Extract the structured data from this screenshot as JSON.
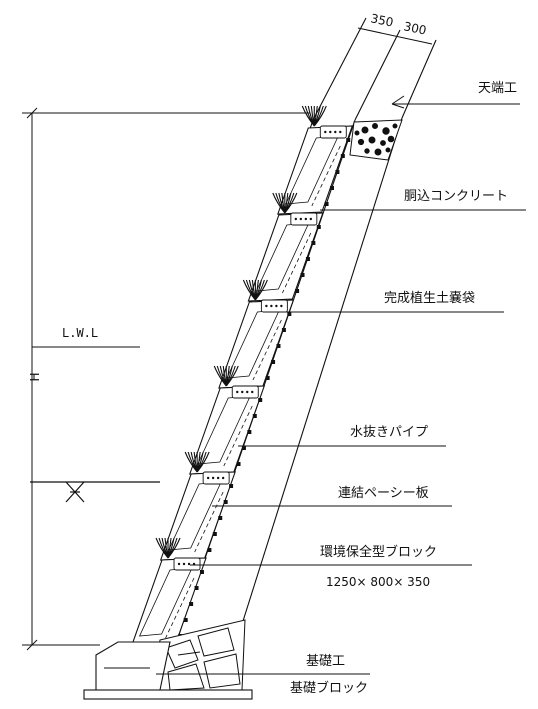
{
  "labels": {
    "crest": "天端工",
    "backfill_concrete": "胴込コンクリート",
    "vegetation_bag": "完成植生土嚢袋",
    "drain_pipe": "水抜きパイプ",
    "connector_plate": "連結ペーシー板",
    "block": "環境保全型ブロック",
    "block_size": "1250× 800× 350",
    "foundation_work": "基礎工",
    "foundation_block": "基礎ブロック"
  },
  "dimensions": {
    "width_a": "350",
    "width_b": "300",
    "height": "H",
    "lwl": "L.W.L"
  },
  "colors": {
    "line": "#111111",
    "fill": "#ffffff"
  }
}
